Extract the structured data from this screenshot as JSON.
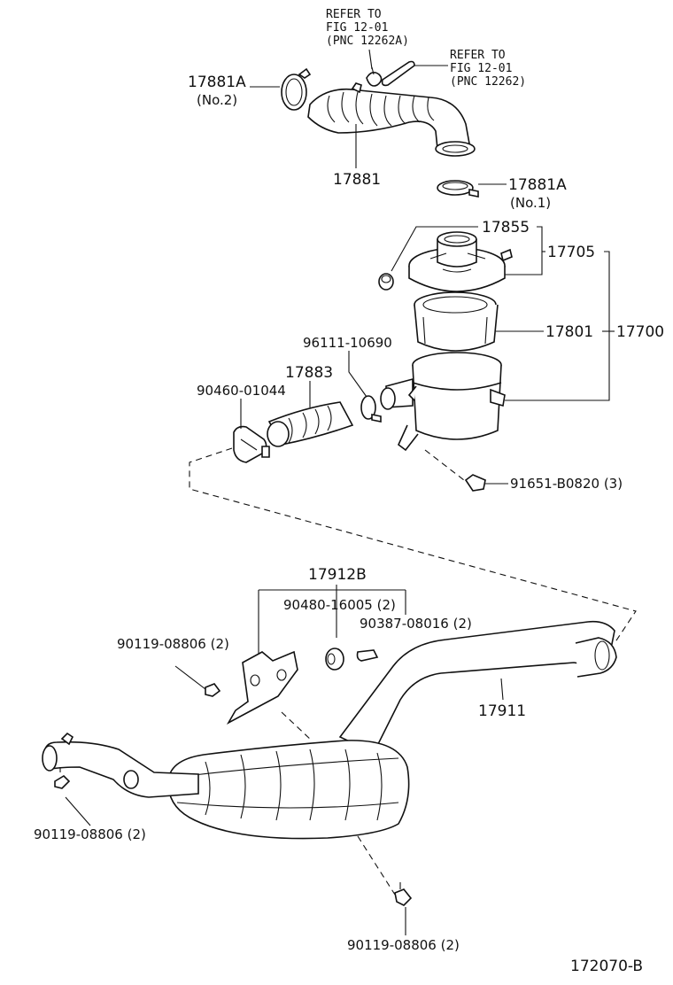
{
  "refs": {
    "ref_a": {
      "line1": "REFER TO",
      "line2": "FIG 12-01",
      "line3": "(PNC 12262A)"
    },
    "ref_b": {
      "line1": "REFER TO",
      "line2": "FIG 12-01",
      "line3": "(PNC 12262)"
    }
  },
  "labels": {
    "clamp_no2_pn": "17881A",
    "clamp_no2_note": "(No.2)",
    "intake_hose": "17881",
    "clamp_no1_pn": "17881A",
    "clamp_no1_note": "(No.1)",
    "grommet": "17855",
    "cap_sub_assy": "17705",
    "filter_element": "17801",
    "cleaner_assy": "17700",
    "hose_clamp": "96111-10690",
    "inlet_hose": "17883",
    "clamp_rear": "90460-01044",
    "bolt_cleaner": "91651-B0820 (3)",
    "bracket_group": "17912B",
    "cushion": "90480-16005 (2)",
    "stud": "90387-08016 (2)",
    "bolt_bracket": "90119-08806 (2)",
    "air_duct": "17911",
    "bolt_left": "90119-08806 (2)",
    "bolt_bottom": "90119-08806 (2)"
  },
  "figure_code": "172070-B"
}
